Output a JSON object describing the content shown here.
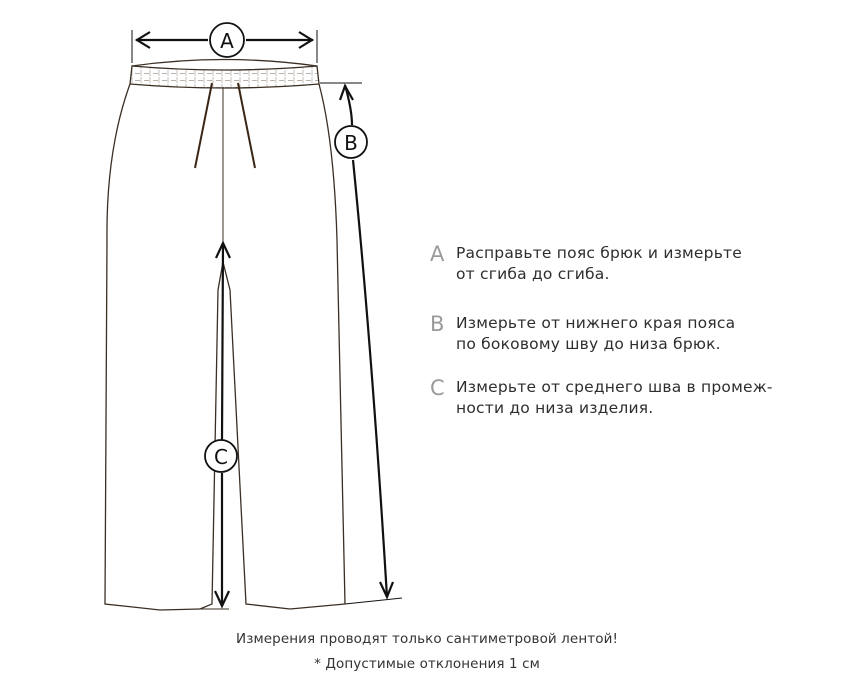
{
  "diagram": {
    "subject": "trousers measurement guide",
    "markers": [
      {
        "id": "A",
        "label": "A",
        "meaning": "waist width"
      },
      {
        "id": "B",
        "label": "B",
        "meaning": "side seam length"
      },
      {
        "id": "C",
        "label": "C",
        "meaning": "inseam length"
      }
    ],
    "colors": {
      "outline": "#3b2f24",
      "drawstring": "#3a2616",
      "arrow": "#111111",
      "step_letter": "#9a9a9a",
      "text": "#2e2e2e"
    }
  },
  "instructions": [
    {
      "letter": "A",
      "line1": "Расправьте пояс брюк и измерьте",
      "line2": "от сгиба до сгиба."
    },
    {
      "letter": "B",
      "line1": "Измерьте от нижнего края пояса",
      "line2": "по боковому шву до низа брюк."
    },
    {
      "letter": "C",
      "line1": "Измерьте от среднего шва в промеж-",
      "line2": "ности до низа изделия."
    }
  ],
  "footer": {
    "note": "Измерения проводят только сантиметровой лентой!",
    "tolerance": "* Допустимые отклонения 1 см"
  }
}
